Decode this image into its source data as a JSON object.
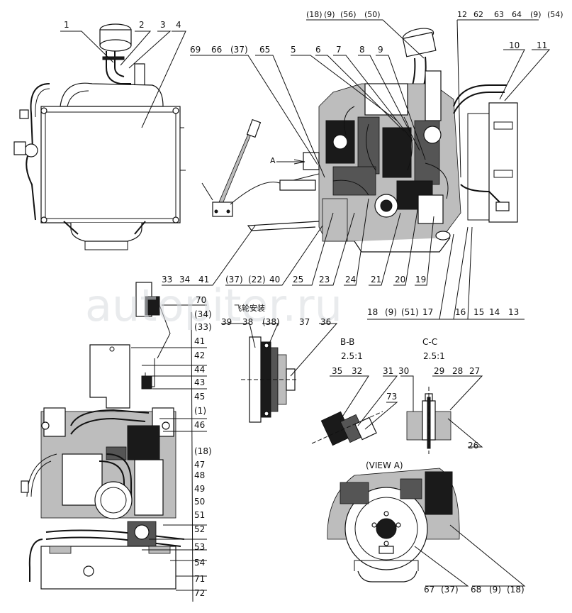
{
  "labels": {
    "front_view": [
      "1",
      "2",
      "3",
      "4"
    ],
    "main_top": [
      "(18)",
      "(9)",
      "(56)",
      "(50)",
      "12",
      "62",
      "63",
      "64",
      "(9)",
      "(54)"
    ],
    "main_upper": [
      "69",
      "66",
      "(37)",
      "65",
      "5",
      "6",
      "7",
      "8",
      "9",
      "10",
      "11"
    ],
    "main_lower": [
      "33",
      "34",
      "41",
      "(37)",
      "(22)",
      "40",
      "25",
      "23",
      "24",
      "21",
      "20",
      "19"
    ],
    "main_bottom": [
      "18",
      "(9)",
      "(51)",
      "17",
      "16",
      "15",
      "14",
      "13"
    ],
    "view_a_marker": "A",
    "flywheel_note": "飞轮安装",
    "flywheel_section": [
      "39",
      "38",
      "(38)",
      "37",
      "36"
    ],
    "section_bb": {
      "title": "B-B",
      "scale": "2.5:1",
      "parts": [
        "35",
        "32",
        "31",
        "30",
        "73"
      ]
    },
    "section_cc": {
      "title": "C-C",
      "scale": "2.5:1",
      "parts": [
        "29",
        "28",
        "27",
        "26"
      ]
    },
    "view_a": {
      "title": "(VIEW A)",
      "parts": [
        "67",
        "(37)",
        "68",
        "(9)",
        "(18)"
      ]
    },
    "side_view": [
      "70",
      "(34)",
      "(33)",
      "41",
      "42",
      "44",
      "43",
      "45",
      "(1)",
      "46",
      "(18)",
      "47",
      "48",
      "49",
      "50",
      "51",
      "52",
      "53",
      "54",
      "71",
      "72"
    ]
  },
  "watermark": "autopiter.ru"
}
